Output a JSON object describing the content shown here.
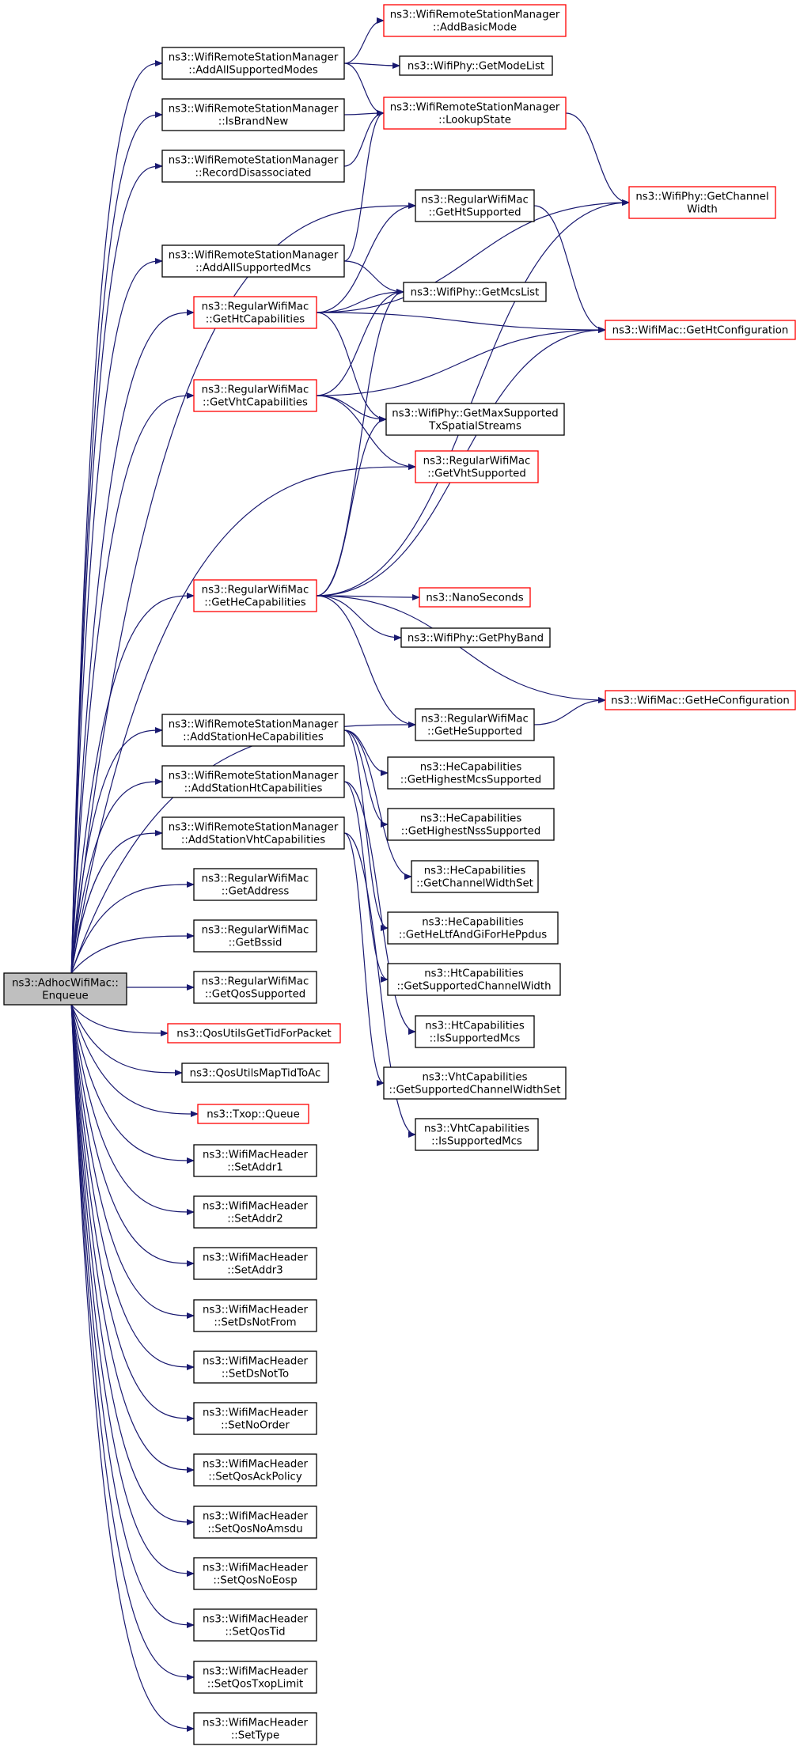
{
  "colors": {
    "edge": "#191970",
    "root_fill": "#bfbfbf",
    "node_fill": "#ffffff",
    "border_default": "#000000",
    "border_truncated": "#ff0000"
  },
  "nodes": [
    {
      "id": "enqueue",
      "lines": [
        "ns3::AdhocWifiMac::",
        "Enqueue"
      ],
      "style": "root"
    },
    {
      "id": "addallmodes",
      "lines": [
        "ns3::WifiRemoteStationManager",
        "::AddAllSupportedModes"
      ],
      "style": "default"
    },
    {
      "id": "isbrandnew",
      "lines": [
        "ns3::WifiRemoteStationManager",
        "::IsBrandNew"
      ],
      "style": "default"
    },
    {
      "id": "recorddisassoc",
      "lines": [
        "ns3::WifiRemoteStationManager",
        "::RecordDisassociated"
      ],
      "style": "default"
    },
    {
      "id": "addallmcs",
      "lines": [
        "ns3::WifiRemoteStationManager",
        "::AddAllSupportedMcs"
      ],
      "style": "default"
    },
    {
      "id": "gethtcap",
      "lines": [
        "ns3::RegularWifiMac",
        "::GetHtCapabilities"
      ],
      "style": "truncated"
    },
    {
      "id": "getvhtcap",
      "lines": [
        "ns3::RegularWifiMac",
        "::GetVhtCapabilities"
      ],
      "style": "truncated"
    },
    {
      "id": "gethecap",
      "lines": [
        "ns3::RegularWifiMac",
        "::GetHeCapabilities"
      ],
      "style": "truncated"
    },
    {
      "id": "addstahe",
      "lines": [
        "ns3::WifiRemoteStationManager",
        "::AddStationHeCapabilities"
      ],
      "style": "default"
    },
    {
      "id": "addstaht",
      "lines": [
        "ns3::WifiRemoteStationManager",
        "::AddStationHtCapabilities"
      ],
      "style": "default"
    },
    {
      "id": "addstavht",
      "lines": [
        "ns3::WifiRemoteStationManager",
        "::AddStationVhtCapabilities"
      ],
      "style": "default"
    },
    {
      "id": "getaddress",
      "lines": [
        "ns3::RegularWifiMac",
        "::GetAddress"
      ],
      "style": "default"
    },
    {
      "id": "getbssid",
      "lines": [
        "ns3::RegularWifiMac",
        "::GetBssid"
      ],
      "style": "default"
    },
    {
      "id": "getqossup",
      "lines": [
        "ns3::RegularWifiMac",
        "::GetQosSupported"
      ],
      "style": "default"
    },
    {
      "id": "qostidpacket",
      "lines": [
        "ns3::QosUtilsGetTidForPacket"
      ],
      "style": "truncated"
    },
    {
      "id": "qosmaptid",
      "lines": [
        "ns3::QosUtilsMapTidToAc"
      ],
      "style": "default"
    },
    {
      "id": "txopqueue",
      "lines": [
        "ns3::Txop::Queue"
      ],
      "style": "truncated"
    },
    {
      "id": "setaddr1",
      "lines": [
        "ns3::WifiMacHeader",
        "::SetAddr1"
      ],
      "style": "default"
    },
    {
      "id": "setaddr2",
      "lines": [
        "ns3::WifiMacHeader",
        "::SetAddr2"
      ],
      "style": "default"
    },
    {
      "id": "setaddr3",
      "lines": [
        "ns3::WifiMacHeader",
        "::SetAddr3"
      ],
      "style": "default"
    },
    {
      "id": "setdsnotfrom",
      "lines": [
        "ns3::WifiMacHeader",
        "::SetDsNotFrom"
      ],
      "style": "default"
    },
    {
      "id": "setdsnotto",
      "lines": [
        "ns3::WifiMacHeader",
        "::SetDsNotTo"
      ],
      "style": "default"
    },
    {
      "id": "setnoorder",
      "lines": [
        "ns3::WifiMacHeader",
        "::SetNoOrder"
      ],
      "style": "default"
    },
    {
      "id": "setqosack",
      "lines": [
        "ns3::WifiMacHeader",
        "::SetQosAckPolicy"
      ],
      "style": "default"
    },
    {
      "id": "setqosnoamsdu",
      "lines": [
        "ns3::WifiMacHeader",
        "::SetQosNoAmsdu"
      ],
      "style": "default"
    },
    {
      "id": "setqosnoeosp",
      "lines": [
        "ns3::WifiMacHeader",
        "::SetQosNoEosp"
      ],
      "style": "default"
    },
    {
      "id": "setqostid",
      "lines": [
        "ns3::WifiMacHeader",
        "::SetQosTid"
      ],
      "style": "default"
    },
    {
      "id": "setqostxop",
      "lines": [
        "ns3::WifiMacHeader",
        "::SetQosTxopLimit"
      ],
      "style": "default"
    },
    {
      "id": "settype",
      "lines": [
        "ns3::WifiMacHeader",
        "::SetType"
      ],
      "style": "default"
    },
    {
      "id": "addbasicmode",
      "lines": [
        "ns3::WifiRemoteStationManager",
        "::AddBasicMode"
      ],
      "style": "truncated"
    },
    {
      "id": "getmodelist",
      "lines": [
        "ns3::WifiPhy::GetModeList"
      ],
      "style": "default"
    },
    {
      "id": "lookupstate",
      "lines": [
        "ns3::WifiRemoteStationManager",
        "::LookupState"
      ],
      "style": "truncated"
    },
    {
      "id": "gethtsup",
      "lines": [
        "ns3::RegularWifiMac",
        "::GetHtSupported"
      ],
      "style": "default"
    },
    {
      "id": "getmcslist",
      "lines": [
        "ns3::WifiPhy::GetMcsList"
      ],
      "style": "default"
    },
    {
      "id": "getmaxss",
      "lines": [
        "ns3::WifiPhy::GetMaxSupported",
        "TxSpatialStreams"
      ],
      "style": "default"
    },
    {
      "id": "getvhtsup",
      "lines": [
        "ns3::RegularWifiMac",
        "::GetVhtSupported"
      ],
      "style": "truncated"
    },
    {
      "id": "nanoseconds",
      "lines": [
        "ns3::NanoSeconds"
      ],
      "style": "truncated"
    },
    {
      "id": "getphyband",
      "lines": [
        "ns3::WifiPhy::GetPhyBand"
      ],
      "style": "default"
    },
    {
      "id": "gethesup",
      "lines": [
        "ns3::RegularWifiMac",
        "::GetHeSupported"
      ],
      "style": "default"
    },
    {
      "id": "hehighmcs",
      "lines": [
        "ns3::HeCapabilities",
        "::GetHighestMcsSupported"
      ],
      "style": "default"
    },
    {
      "id": "hehighnss",
      "lines": [
        "ns3::HeCapabilities",
        "::GetHighestNssSupported"
      ],
      "style": "default"
    },
    {
      "id": "hechanwidth",
      "lines": [
        "ns3::HeCapabilities",
        "::GetChannelWidthSet"
      ],
      "style": "default"
    },
    {
      "id": "heltfgi",
      "lines": [
        "ns3::HeCapabilities",
        "::GetHeLtfAndGiForHePpdus"
      ],
      "style": "default"
    },
    {
      "id": "htchanwidth",
      "lines": [
        "ns3::HtCapabilities",
        "::GetSupportedChannelWidth"
      ],
      "style": "default"
    },
    {
      "id": "htsupmcs",
      "lines": [
        "ns3::HtCapabilities",
        "::IsSupportedMcs"
      ],
      "style": "default"
    },
    {
      "id": "vhtchanwidth",
      "lines": [
        "ns3::VhtCapabilities",
        "::GetSupportedChannelWidthSet"
      ],
      "style": "default"
    },
    {
      "id": "vhtsupmcs",
      "lines": [
        "ns3::VhtCapabilities",
        "::IsSupportedMcs"
      ],
      "style": "default"
    },
    {
      "id": "getchanwidth",
      "lines": [
        "ns3::WifiPhy::GetChannel",
        "Width"
      ],
      "style": "truncated"
    },
    {
      "id": "gethtconf",
      "lines": [
        "ns3::WifiMac::GetHtConfiguration"
      ],
      "style": "truncated"
    },
    {
      "id": "getheconf",
      "lines": [
        "ns3::WifiMac::GetHeConfiguration"
      ],
      "style": "truncated"
    }
  ],
  "edges": [
    [
      "enqueue",
      "addallmodes"
    ],
    [
      "enqueue",
      "isbrandnew"
    ],
    [
      "enqueue",
      "recorddisassoc"
    ],
    [
      "enqueue",
      "addallmcs"
    ],
    [
      "enqueue",
      "gethtcap"
    ],
    [
      "enqueue",
      "getvhtcap"
    ],
    [
      "enqueue",
      "gethecap"
    ],
    [
      "enqueue",
      "addstahe"
    ],
    [
      "enqueue",
      "addstaht"
    ],
    [
      "enqueue",
      "addstavht"
    ],
    [
      "enqueue",
      "getaddress"
    ],
    [
      "enqueue",
      "getbssid"
    ],
    [
      "enqueue",
      "getqossup"
    ],
    [
      "enqueue",
      "qostidpacket"
    ],
    [
      "enqueue",
      "qosmaptid"
    ],
    [
      "enqueue",
      "txopqueue"
    ],
    [
      "enqueue",
      "setaddr1"
    ],
    [
      "enqueue",
      "setaddr2"
    ],
    [
      "enqueue",
      "setaddr3"
    ],
    [
      "enqueue",
      "setdsnotfrom"
    ],
    [
      "enqueue",
      "setdsnotto"
    ],
    [
      "enqueue",
      "setnoorder"
    ],
    [
      "enqueue",
      "setqosack"
    ],
    [
      "enqueue",
      "setqosnoamsdu"
    ],
    [
      "enqueue",
      "setqosnoeosp"
    ],
    [
      "enqueue",
      "setqostid"
    ],
    [
      "enqueue",
      "setqostxop"
    ],
    [
      "enqueue",
      "settype"
    ],
    [
      "enqueue",
      "gethtsup"
    ],
    [
      "enqueue",
      "getvhtsup"
    ],
    [
      "enqueue",
      "gethesup"
    ],
    [
      "addallmodes",
      "addbasicmode"
    ],
    [
      "addallmodes",
      "getmodelist"
    ],
    [
      "addallmodes",
      "lookupstate"
    ],
    [
      "isbrandnew",
      "lookupstate"
    ],
    [
      "recorddisassoc",
      "lookupstate"
    ],
    [
      "addallmcs",
      "lookupstate"
    ],
    [
      "addallmcs",
      "getmcslist"
    ],
    [
      "gethtcap",
      "gethtsup"
    ],
    [
      "gethtcap",
      "getmcslist"
    ],
    [
      "gethtcap",
      "getmaxss"
    ],
    [
      "gethtcap",
      "getchanwidth"
    ],
    [
      "gethtcap",
      "gethtconf"
    ],
    [
      "getvhtcap",
      "getmcslist"
    ],
    [
      "getvhtcap",
      "getmaxss"
    ],
    [
      "getvhtcap",
      "getvhtsup"
    ],
    [
      "getvhtcap",
      "gethtconf"
    ],
    [
      "gethecap",
      "getmcslist"
    ],
    [
      "gethecap",
      "getmaxss"
    ],
    [
      "gethecap",
      "nanoseconds"
    ],
    [
      "gethecap",
      "getphyband"
    ],
    [
      "gethecap",
      "gethesup"
    ],
    [
      "gethecap",
      "getchanwidth"
    ],
    [
      "gethecap",
      "gethtconf"
    ],
    [
      "gethecap",
      "getheconf"
    ],
    [
      "lookupstate",
      "getchanwidth"
    ],
    [
      "gethtsup",
      "gethtconf"
    ],
    [
      "gethesup",
      "getheconf"
    ],
    [
      "addstahe",
      "hehighmcs"
    ],
    [
      "addstahe",
      "hehighnss"
    ],
    [
      "addstahe",
      "hechanwidth"
    ],
    [
      "addstahe",
      "heltfgi"
    ],
    [
      "addstaht",
      "htchanwidth"
    ],
    [
      "addstaht",
      "htsupmcs"
    ],
    [
      "addstavht",
      "vhtchanwidth"
    ],
    [
      "addstavht",
      "vhtsupmcs"
    ]
  ]
}
